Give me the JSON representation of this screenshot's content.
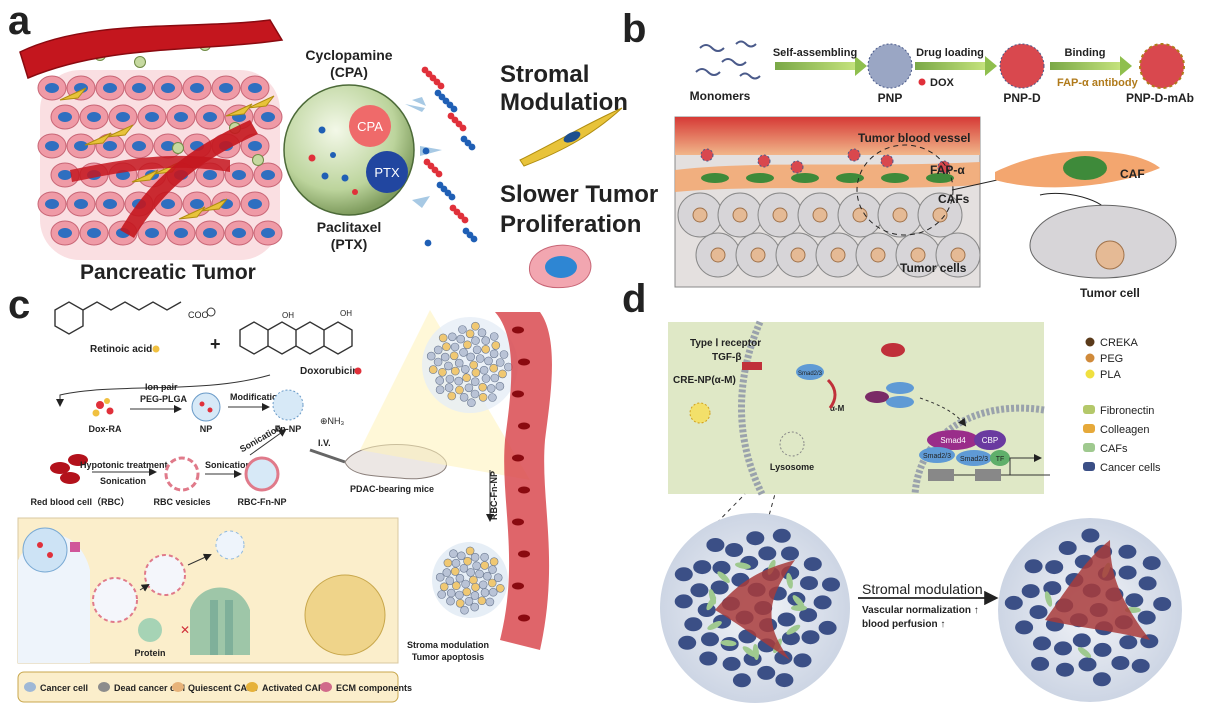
{
  "panels": {
    "a": {
      "letter": "a",
      "tumor_label": "Pancreatic Tumor",
      "cpa_top": "Cyclopamine",
      "cpa_top2": "(CPA)",
      "cpa_badge": "CPA",
      "ptx_badge": "PTX",
      "ptx_bottom": "Paclitaxel",
      "ptx_bottom2": "(PTX)",
      "stromal_1": "Stromal",
      "stromal_2": "Modulation",
      "slower_1": "Slower Tumor",
      "slower_2": "Proliferation"
    },
    "b": {
      "letter": "b",
      "monomers": "Monomers",
      "pnp": "PNP",
      "pnp_d": "PNP-D",
      "pnp_d_mab": "PNP-D-mAb",
      "self_assembling": "Self-assembling",
      "drug_loading": "Drug loading",
      "dox": "DOX",
      "binding": "Binding",
      "fap_antibody": "FAP-α antibody",
      "vessel": "Tumor blood vessel",
      "fap": "FAP-α",
      "cafs": "CAFs",
      "tumor_cells": "Tumor cells",
      "caf": "CAF",
      "tumor_cell": "Tumor cell"
    },
    "c": {
      "letter": "c",
      "retinoic": "Retinoic acid",
      "doxorubicin": "Doxorubicin",
      "ion_pair": "Ion pair",
      "dox_ra": "Dox-RA",
      "peg_plga": "PEG-PLGA",
      "np": "NP",
      "modification": "Modification",
      "fn_np": "Fn-NP",
      "iv": "I.V.",
      "sonication": "Sonication",
      "hypotonic": "Hypotonic treatment",
      "sonication2": "Sonication",
      "sonication3": "Sonication",
      "rbc": "Red blood cell（RBC）",
      "rbc_vesicles": "RBC vesicles",
      "rbc_fn_np": "RBC-Fn-NP",
      "mice": "PDAC-bearing mice",
      "rbc_fn_np_v": "RBC-Fn-NP",
      "stroma_1": "Stroma  modulation",
      "stroma_2": "Tumor apoptosis",
      "protein": "Protein",
      "legend": [
        "Cancer cell",
        "Dead cancer cell",
        "Quiescent CAFs",
        "Activated CAFs",
        "ECM components"
      ]
    },
    "d": {
      "letter": "d",
      "receptor": "Type Ⅰ receptor",
      "tgf": "TGF-β",
      "cre_np": "CRE-NP(α-M)",
      "lysosome": "Lysosome",
      "alpha_m": "α-M",
      "smad23": "Smad2/3",
      "smad4": "Smad4",
      "cbp": "CBP",
      "tf": "TF",
      "legend_top": [
        "CREKA",
        "PEG",
        "PLA"
      ],
      "legend_bottom": [
        "Fibronectin",
        "Colleagen",
        "CAFs",
        "Cancer cells"
      ],
      "stromal_mod": "Stromal modulation",
      "vascular": "Vascular normalization ↑",
      "perfusion": "blood perfusion ↑"
    }
  },
  "colors": {
    "vessel_red": "#c0141c",
    "tumor_pink": "#ef9aa6",
    "nucleus_blue": "#2f6fc0",
    "caf_yellow": "#e8c33a",
    "sphere_green": "#c9dcb0",
    "dot_red": "#e0303a",
    "dot_blue": "#1f5fb5",
    "cancer_navy": "#3b4f86"
  }
}
